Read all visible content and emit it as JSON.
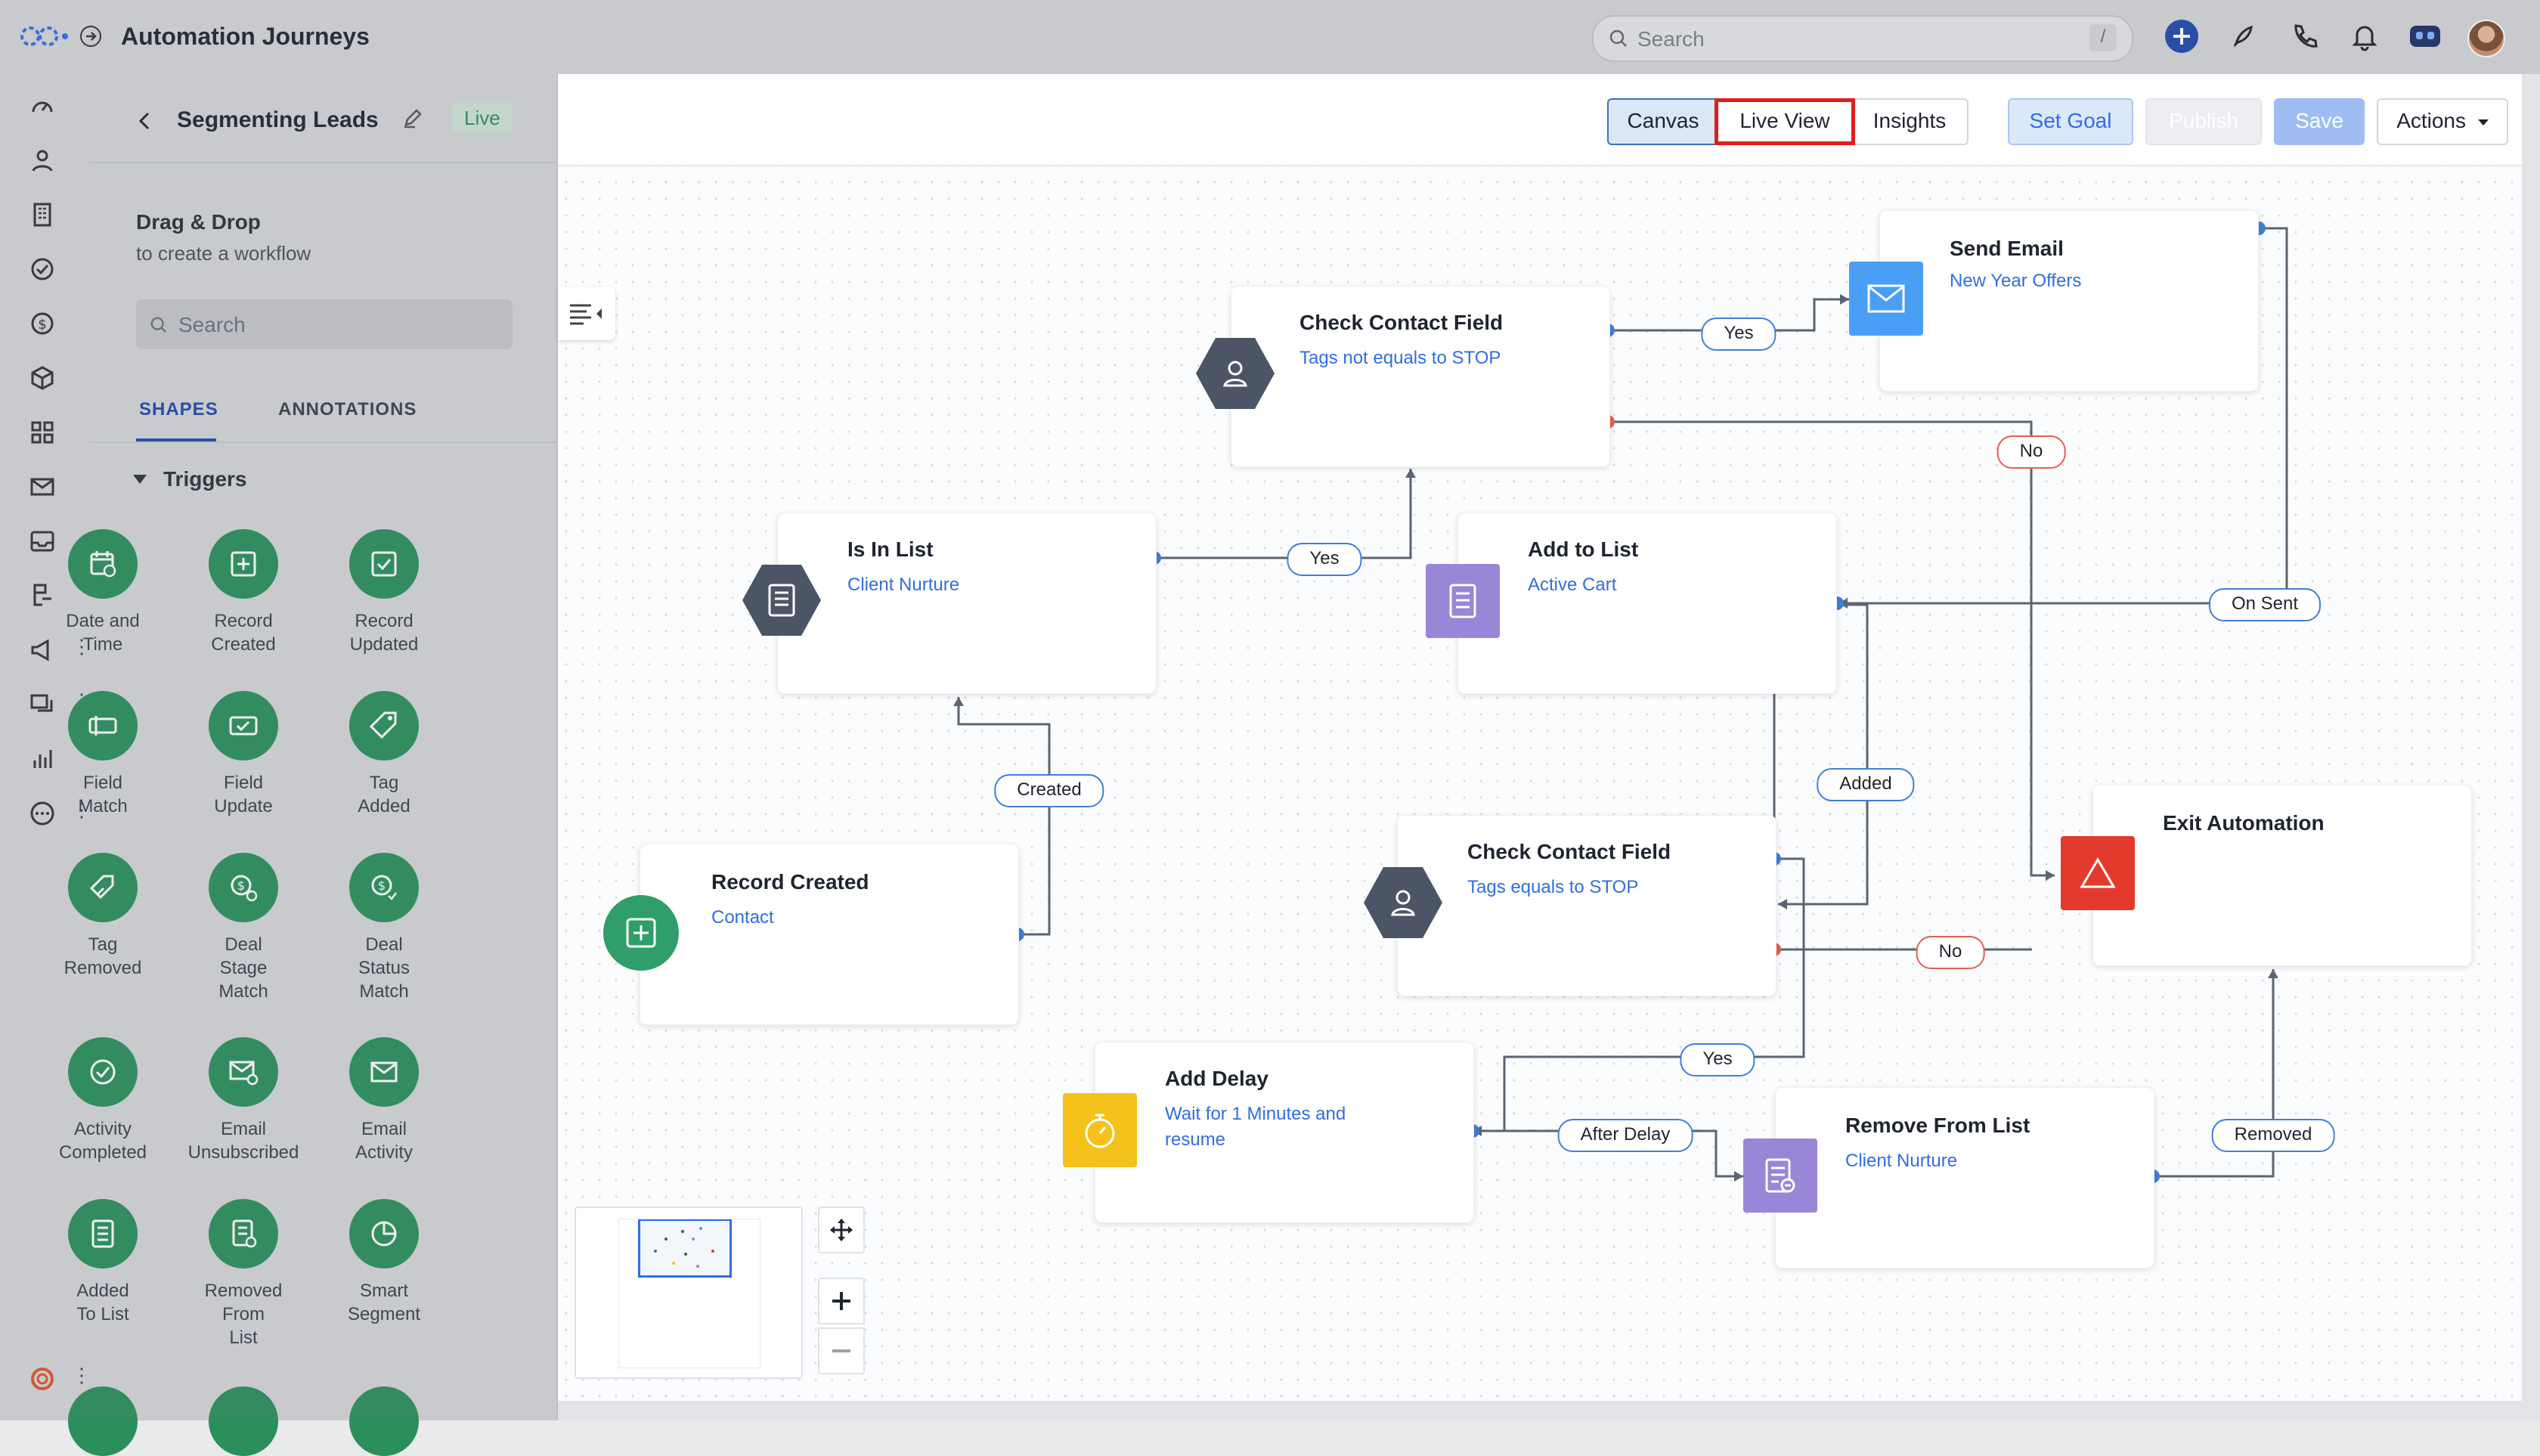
{
  "app": {
    "title": "Automation Journeys"
  },
  "topbar": {
    "search_placeholder": "Search",
    "search_shortcut": "/"
  },
  "workflow": {
    "name": "Segmenting Leads",
    "status": "Live"
  },
  "panel": {
    "heading": "Drag & Drop",
    "subheading": "to create a workflow",
    "search_placeholder": "Search",
    "tabs": [
      "SHAPES",
      "ANNOTATIONS"
    ],
    "section": "Triggers",
    "shapes": [
      {
        "label": "Date and\nTime",
        "icon": "calendar-clock-icon"
      },
      {
        "label": "Record\nCreated",
        "icon": "plus-square-icon"
      },
      {
        "label": "Record\nUpdated",
        "icon": "check-square-icon"
      },
      {
        "label": "Field\nMatch",
        "icon": "field-icon"
      },
      {
        "label": "Field\nUpdate",
        "icon": "field-check-icon"
      },
      {
        "label": "Tag\nAdded",
        "icon": "tag-icon"
      },
      {
        "label": "Tag\nRemoved",
        "icon": "tag-remove-icon"
      },
      {
        "label": "Deal\nStage\nMatch",
        "icon": "deal-stage-icon"
      },
      {
        "label": "Deal\nStatus\nMatch",
        "icon": "deal-status-icon"
      },
      {
        "label": "Activity\nCompleted",
        "icon": "check-circle-icon"
      },
      {
        "label": "Email\nUnsubscribed",
        "icon": "email-unsub-icon"
      },
      {
        "label": "Email\nActivity",
        "icon": "email-icon"
      },
      {
        "label": "Added\nTo List",
        "icon": "list-add-icon"
      },
      {
        "label": "Removed\nFrom\nList",
        "icon": "list-remove-icon"
      },
      {
        "label": "Smart\nSegment",
        "icon": "segment-icon"
      }
    ]
  },
  "toolbar": {
    "view_tabs": [
      "Canvas",
      "Live View",
      "Insights"
    ],
    "set_goal": "Set Goal",
    "publish": "Publish",
    "save": "Save",
    "actions": "Actions"
  },
  "nodes": {
    "check_contact_1": {
      "title": "Check Contact Field",
      "subtitle": "Tags not equals to STOP"
    },
    "send_email": {
      "title": "Send Email",
      "subtitle": "New Year Offers"
    },
    "is_in_list": {
      "title": "Is In List",
      "subtitle": "Client Nurture"
    },
    "add_to_list": {
      "title": "Add to List",
      "subtitle": "Active Cart"
    },
    "record_created": {
      "title": "Record Created",
      "subtitle": "Contact"
    },
    "check_contact_2": {
      "title": "Check Contact Field",
      "subtitle": "Tags equals to STOP"
    },
    "exit": {
      "title": "Exit Automation",
      "subtitle": ""
    },
    "add_delay": {
      "title": "Add Delay",
      "subtitle": "Wait for 1 Minutes and\nresume"
    },
    "remove_from_list": {
      "title": "Remove From List",
      "subtitle": "Client Nurture"
    }
  },
  "edges": {
    "yes_1": "Yes",
    "no_1": "No",
    "yes_2": "Yes",
    "on_sent": "On Sent",
    "created": "Created",
    "added": "Added",
    "no_2": "No",
    "yes_3": "Yes",
    "after_delay": "After Delay",
    "removed": "Removed"
  },
  "colors": {
    "trigger_green": "#2a8f5b",
    "link_blue": "#2f6fe0",
    "highlight_red": "#e11d1d",
    "exit_red": "#e23b2e",
    "delay_yellow": "#f5c21b",
    "list_purple": "#9a86d6",
    "email_blue": "#4a9ff5"
  }
}
